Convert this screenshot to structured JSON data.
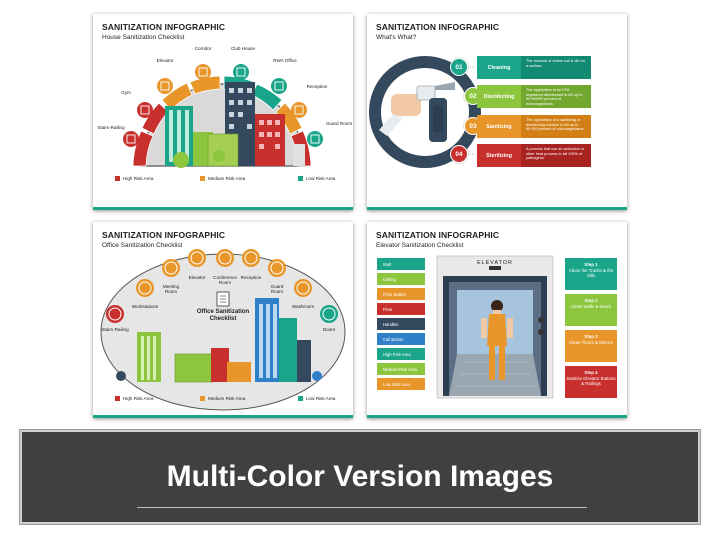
{
  "slides": [
    {
      "title": "SANITIZATION INFOGRAPHIC",
      "subtitle": "House Sanitization Checklist",
      "labels": [
        "Stairs-Railing",
        "Gym",
        "Elevator",
        "Corridor",
        "Club House",
        "RWA Office",
        "Reception",
        "Guard Room"
      ],
      "legend": [
        "High Risk Area",
        "Medium Risk Area",
        "Low Risk Area"
      ]
    },
    {
      "title": "SANITIZATION INFOGRAPHIC",
      "subtitle": "What's What?",
      "steps": [
        {
          "num": "01",
          "label": "Cleaning",
          "desc": "The removal of visible soil & dirt on a surface."
        },
        {
          "num": "02",
          "label": "Disinfecting",
          "desc": "The application of an EPA registered disinfectant to kill up to 99.9999% percent of microorganisms."
        },
        {
          "num": "03",
          "label": "Sanitizing",
          "desc": "The application of a sanitizing or disinfecting solution to kill up to 99.999 percent of microorganisms."
        },
        {
          "num": "04",
          "label": "Sterilizing",
          "desc": "A process that use an autoclave or other heat process to kill 100% of pathogens."
        }
      ]
    },
    {
      "title": "SANITIZATION INFOGRAPHIC",
      "subtitle": "Office Sanitization Checklist",
      "labels": [
        "Stairs-Railing",
        "Workstations",
        "Meeting Room",
        "Elevator",
        "Conference Room",
        "Reception",
        "Guard Room",
        "Washroom",
        "Doors"
      ],
      "center": "Office Sanitization Checklist",
      "legend": [
        "High Risk Area",
        "Medium Risk Area",
        "Low Risk Area"
      ]
    },
    {
      "title": "SANITIZATION INFOGRAPHIC",
      "subtitle": "Elevator Sanitization Checklist",
      "items": [
        "Wall",
        "Ceiling",
        "Floor Button",
        "Floor",
        "Handles",
        "Call Button",
        "High Risk Area",
        "Medium Risk Area",
        "Low Risk Area"
      ],
      "elevator_label": "ELEVATOR",
      "steps": [
        {
          "title": "Step 1",
          "text": "Clean the Tracks & the Sills"
        },
        {
          "title": "Step 2",
          "text": "Clean Walls & Doors"
        },
        {
          "title": "Step 3",
          "text": "Clean Floors & Mirrors"
        },
        {
          "title": "Step 4",
          "text": "Sanitize Elevator Buttons & Railings"
        }
      ]
    }
  ],
  "banner": {
    "text": "Multi-Color Version Images"
  },
  "colors": {
    "high": "#c8302e",
    "medium": "#e8962a",
    "low": "#1aa58a",
    "green": "#8cc63f",
    "navy": "#34495e",
    "blue": "#2f80c9"
  }
}
